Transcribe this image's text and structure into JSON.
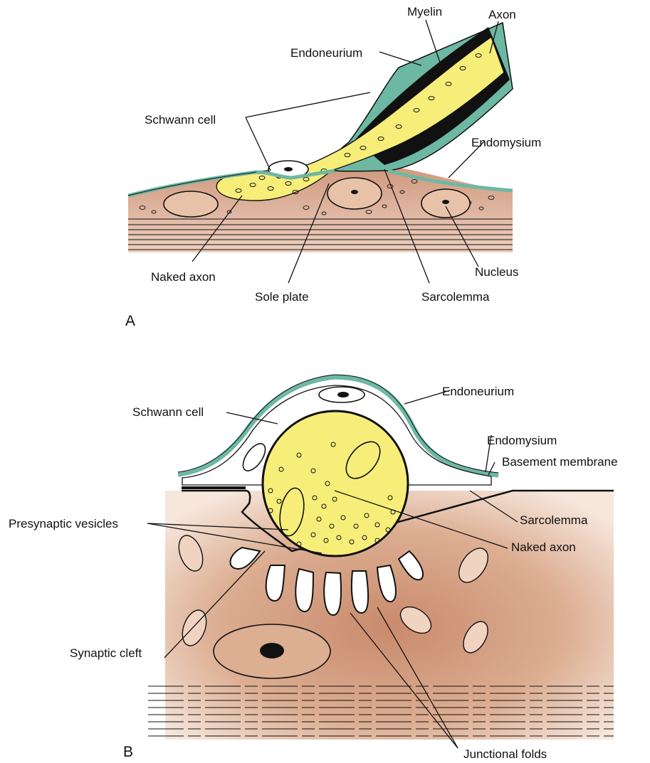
{
  "panel_a": {
    "letter": "A",
    "labels": {
      "myelin": "Myelin",
      "axon": "Axon",
      "endoneurium": "Endoneurium",
      "schwann_cell": "Schwann cell",
      "endomysium": "Endomysium",
      "naked_axon": "Naked axon",
      "sole_plate": "Sole plate",
      "sarcolemma": "Sarcolemma",
      "nucleus": "Nucleus"
    }
  },
  "panel_b": {
    "letter": "B",
    "labels": {
      "endoneurium": "Endoneurium",
      "schwann_cell": "Schwann cell",
      "endomysium": "Endomysium",
      "basement_membrane": "Basement membrane",
      "sarcolemma": "Sarcolemma",
      "presynaptic_vesicles": "Presynaptic vesicles",
      "naked_axon": "Naked axon",
      "synaptic_cleft": "Synaptic cleft",
      "junctional_folds": "Junctional folds"
    }
  },
  "colors": {
    "endoneurium_green": "#6db8a3",
    "axon_yellow": "#f7ee7a",
    "myelin_black": "#111111",
    "muscle_tan": "#d9a98a",
    "muscle_tan_dark": "#c9876a",
    "nucleus_fill": "#e8c2a8"
  }
}
